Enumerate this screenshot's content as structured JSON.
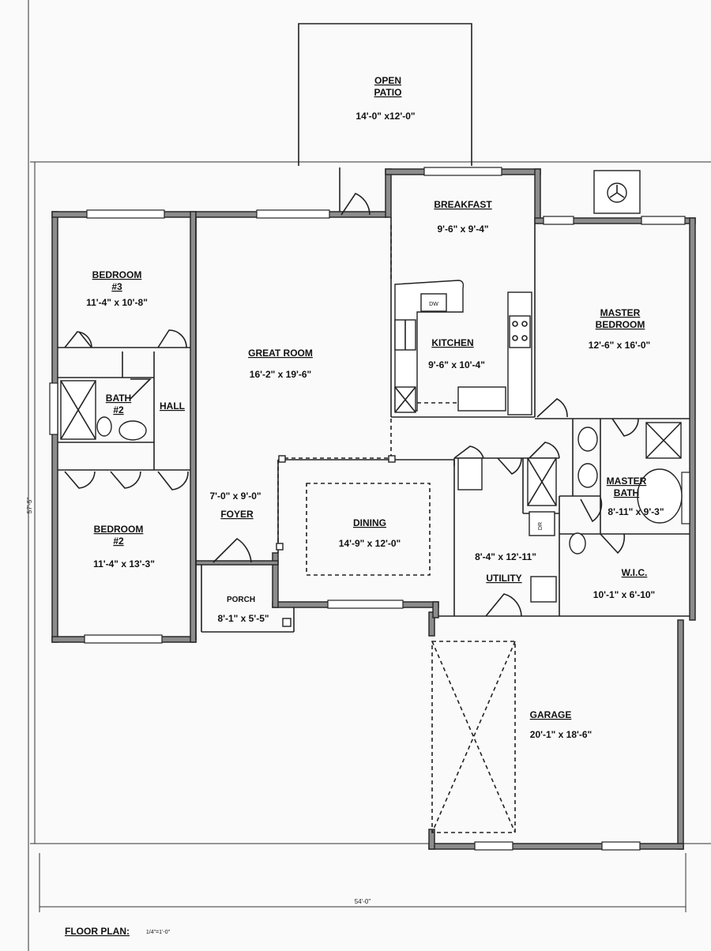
{
  "rooms": {
    "open_patio": {
      "name_line1": "OPEN",
      "name_line2": "PATIO",
      "size": "14'-0\" x12'-0\""
    },
    "breakfast": {
      "name": "BREAKFAST",
      "size": "9'-6\" x 9'-4\""
    },
    "bedroom3": {
      "name_line1": "BEDROOM",
      "name_line2": "#3",
      "size": "11'-4\" x 10'-8\""
    },
    "great_room": {
      "name": "GREAT ROOM",
      "size": "16'-2\" x 19'-6\""
    },
    "kitchen": {
      "name": "KITCHEN",
      "size": "9'-6\" x 10'-4\""
    },
    "master_bedroom": {
      "name_line1": "MASTER",
      "name_line2": "BEDROOM",
      "size": "12'-6\" x 16'-0\""
    },
    "bath2": {
      "name_line1": "BATH",
      "name_line2": "#2"
    },
    "hall": {
      "name": "HALL"
    },
    "foyer": {
      "name": "FOYER",
      "size": "7'-0\" x 9'-0\""
    },
    "dining": {
      "name": "DINING",
      "size": "14'-9\" x 12'-0\""
    },
    "bedroom2": {
      "name_line1": "BEDROOM",
      "name_line2": "#2",
      "size": "11'-4\" x 13'-3\""
    },
    "master_bath": {
      "name_line1": "MASTER",
      "name_line2": "BATH",
      "size": "8'-11\" x 9'-3\""
    },
    "utility": {
      "name": "UTILITY",
      "size": "8'-4\" x 12'-11\""
    },
    "wic": {
      "name": "W.I.C.",
      "size": "10'-1\" x 6'-10\""
    },
    "porch": {
      "name": "PORCH",
      "size": "8'-1\" x 5'-5\""
    },
    "garage": {
      "name": "GARAGE",
      "size": "20'-1\" x 18'-6\""
    }
  },
  "fixtures": {
    "dishwasher": "DW",
    "dryer": "DR"
  },
  "dimensions": {
    "overall_width": "54'-0\"",
    "overall_depth": "57'-5\""
  },
  "footer": {
    "title": "FLOOR PLAN:",
    "scale": "1/4\"=1'-0\""
  }
}
